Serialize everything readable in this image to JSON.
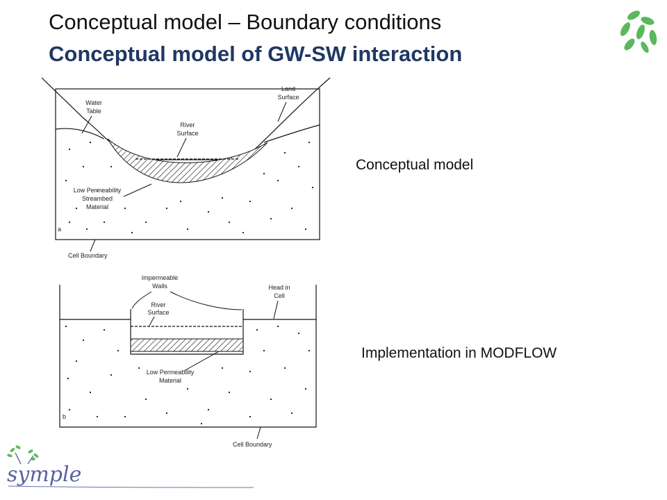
{
  "header": {
    "title": "Conceptual model – Boundary conditions",
    "subtitle": "Conceptual model of GW-SW interaction"
  },
  "side_labels": {
    "conceptual": "Conceptual model",
    "implementation": "Implementation in MODFLOW"
  },
  "diagram_a": {
    "land_surface": [
      "Land",
      "Surface"
    ],
    "water_table": [
      "Water",
      "Table"
    ],
    "river_surface": [
      "River",
      "Surface"
    ],
    "streambed": [
      "Low Permeability",
      "Streambed",
      "Material"
    ],
    "panel_letter": "a",
    "cell_boundary": "Cell Boundary"
  },
  "diagram_b": {
    "walls": [
      "Impermeable",
      "Walls"
    ],
    "river_surface": [
      "River",
      "Surface"
    ],
    "head_in_cell": [
      "Head in",
      "Cell"
    ],
    "material": [
      "Low Permeability",
      "Material"
    ],
    "panel_letter": "b",
    "cell_boundary": "Cell Boundary"
  },
  "logo": {
    "text": "symple"
  },
  "colors": {
    "subtitle": "#1f3864",
    "leaf": "#5cb85c",
    "brand": "#5a5fa8"
  }
}
